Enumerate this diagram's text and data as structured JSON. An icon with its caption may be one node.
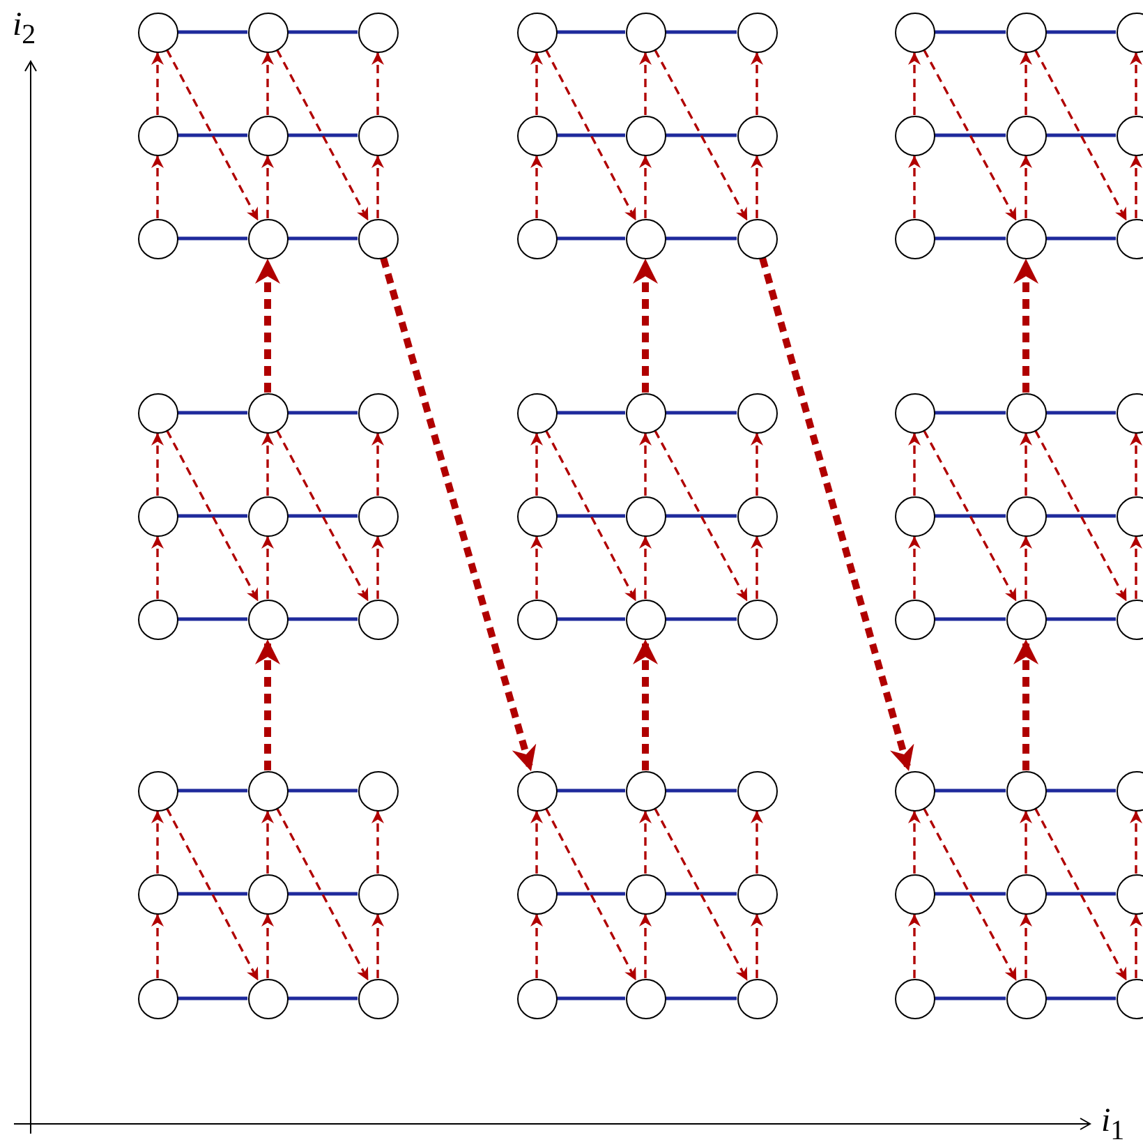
{
  "diagram": {
    "nodes": [
      {
        "text": [],
        "shape": "circle"
      },
      {
        "text": [],
        "shape": "circle"
      },
      {
        "text": [],
        "shape": "circle"
      },
      {
        "text": [],
        "shape": "circle"
      },
      {
        "text": [],
        "shape": "circle"
      },
      {
        "text": [],
        "shape": "circle"
      },
      {
        "text": [],
        "shape": "circle"
      },
      {
        "text": [],
        "shape": "circle"
      },
      {
        "text": [],
        "shape": "circle"
      },
      {
        "text": [],
        "shape": "circle"
      },
      {
        "text": [],
        "shape": "circle"
      },
      {
        "text": [],
        "shape": "circle"
      },
      {
        "text": [],
        "shape": "circle"
      },
      {
        "text": [],
        "shape": "circle"
      },
      {
        "text": [],
        "shape": "circle"
      },
      {
        "text": [],
        "shape": "circle"
      },
      {
        "text": [],
        "shape": "circle"
      },
      {
        "text": [],
        "shape": "circle"
      },
      {
        "text": [],
        "shape": "circle"
      },
      {
        "text": [],
        "shape": "circle"
      },
      {
        "text": [],
        "shape": "circle"
      },
      {
        "text": [],
        "shape": "circle"
      },
      {
        "text": [],
        "shape": "circle"
      },
      {
        "text": [],
        "shape": "circle"
      },
      {
        "text": [],
        "shape": "circle"
      },
      {
        "text": [],
        "shape": "circle"
      },
      {
        "text": [],
        "shape": "circle"
      },
      {
        "text": [],
        "shape": "circle"
      },
      {
        "text": [],
        "shape": "circle"
      },
      {
        "text": [],
        "shape": "circle"
      },
      {
        "text": [],
        "shape": "circle"
      },
      {
        "text": [],
        "shape": "circle"
      },
      {
        "text": [],
        "shape": "circle"
      },
      {
        "text": [],
        "shape": "circle"
      },
      {
        "text": [],
        "shape": "circle"
      },
      {
        "text": [],
        "shape": "circle"
      },
      {
        "text": [],
        "shape": "circle"
      },
      {
        "text": [],
        "shape": "circle"
      },
      {
        "text": [],
        "shape": "circle"
      },
      {
        "text": [],
        "shape": "circle"
      },
      {
        "text": [],
        "shape": "circle"
      },
      {
        "text": [],
        "shape": "circle"
      },
      {
        "text": [],
        "shape": "circle"
      },
      {
        "text": [],
        "shape": "circle"
      },
      {
        "text": [],
        "shape": "circle"
      },
      {
        "text": [],
        "shape": "circle"
      },
      {
        "text": [],
        "shape": "circle"
      },
      {
        "text": [],
        "shape": "circle"
      },
      {
        "text": [],
        "shape": "circle"
      },
      {
        "text": [],
        "shape": "circle"
      },
      {
        "text": [],
        "shape": "circle"
      },
      {
        "text": [],
        "shape": "circle"
      },
      {
        "text": [],
        "shape": "circle"
      },
      {
        "text": [],
        "shape": "circle"
      },
      {
        "text": [],
        "shape": "circle"
      },
      {
        "text": [],
        "shape": "circle"
      },
      {
        "text": [],
        "shape": "circle"
      },
      {
        "text": [],
        "shape": "circle"
      },
      {
        "text": [],
        "shape": "circle"
      },
      {
        "text": [],
        "shape": "circle"
      },
      {
        "text": [],
        "shape": "circle"
      },
      {
        "text": [],
        "shape": "circle"
      },
      {
        "text": [],
        "shape": "circle"
      },
      {
        "text": [],
        "shape": "circle"
      },
      {
        "text": [],
        "shape": "circle"
      },
      {
        "text": [],
        "shape": "circle"
      },
      {
        "text": [],
        "shape": "circle"
      },
      {
        "text": [],
        "shape": "circle"
      },
      {
        "text": [],
        "shape": "circle"
      },
      {
        "text": [],
        "shape": "circle"
      },
      {
        "text": [],
        "shape": "circle"
      },
      {
        "text": [],
        "shape": "circle"
      },
      {
        "text": [],
        "shape": "circle"
      },
      {
        "text": [],
        "shape": "circle"
      },
      {
        "text": [],
        "shape": "circle"
      },
      {
        "text": [],
        "shape": "circle"
      },
      {
        "text": [],
        "shape": "circle"
      },
      {
        "text": [],
        "shape": "circle"
      },
      {
        "text": [],
        "shape": "circle"
      },
      {
        "text": [],
        "shape": "circle"
      },
      {
        "text": [],
        "shape": "circle"
      }
    ],
    "edges": [
      {
        "from": 0,
        "to": 1,
        "arrow": "none",
        "color": "#1f2a9c"
      },
      {
        "from": 1,
        "to": 2,
        "arrow": "none",
        "color": "#1f2a9c"
      },
      {
        "from": 9,
        "to": 10,
        "arrow": "none",
        "color": "#1f2a9c"
      },
      {
        "from": 10,
        "to": 11,
        "arrow": "none",
        "color": "#1f2a9c"
      },
      {
        "from": 18,
        "to": 19,
        "arrow": "none",
        "color": "#1f2a9c"
      },
      {
        "from": 19,
        "to": 20,
        "arrow": "none",
        "color": "#1f2a9c"
      },
      {
        "from": 18,
        "to": 9,
        "arrow": "to",
        "style": "dashed"
      },
      {
        "from": 9,
        "to": 0,
        "arrow": "to",
        "style": "dashed"
      },
      {
        "from": 19,
        "to": 10,
        "arrow": "to",
        "style": "dashed"
      },
      {
        "from": 10,
        "to": 1,
        "arrow": "to",
        "style": "dashed"
      },
      {
        "from": 20,
        "to": 11,
        "arrow": "to",
        "style": "dashed"
      },
      {
        "from": 11,
        "to": 2,
        "arrow": "to",
        "style": "dashed"
      },
      {
        "from": 0,
        "to": 19,
        "arrow": "to",
        "style": "dashed"
      },
      {
        "from": 1,
        "to": 20,
        "arrow": "to",
        "style": "dashed"
      },
      {
        "from": 3,
        "to": 4,
        "arrow": "none",
        "color": "#1f2a9c"
      },
      {
        "from": 4,
        "to": 5,
        "arrow": "none",
        "color": "#1f2a9c"
      },
      {
        "from": 12,
        "to": 13,
        "arrow": "none",
        "color": "#1f2a9c"
      },
      {
        "from": 13,
        "to": 14,
        "arrow": "none",
        "color": "#1f2a9c"
      },
      {
        "from": 21,
        "to": 22,
        "arrow": "none",
        "color": "#1f2a9c"
      },
      {
        "from": 22,
        "to": 23,
        "arrow": "none",
        "color": "#1f2a9c"
      },
      {
        "from": 21,
        "to": 12,
        "arrow": "to",
        "style": "dashed"
      },
      {
        "from": 12,
        "to": 3,
        "arrow": "to",
        "style": "dashed"
      },
      {
        "from": 22,
        "to": 13,
        "arrow": "to",
        "style": "dashed"
      },
      {
        "from": 13,
        "to": 4,
        "arrow": "to",
        "style": "dashed"
      },
      {
        "from": 23,
        "to": 14,
        "arrow": "to",
        "style": "dashed"
      },
      {
        "from": 14,
        "to": 5,
        "arrow": "to",
        "style": "dashed"
      },
      {
        "from": 3,
        "to": 22,
        "arrow": "to",
        "style": "dashed"
      },
      {
        "from": 4,
        "to": 23,
        "arrow": "to",
        "style": "dashed"
      },
      {
        "from": 6,
        "to": 7,
        "arrow": "none",
        "color": "#1f2a9c"
      },
      {
        "from": 7,
        "to": 8,
        "arrow": "none",
        "color": "#1f2a9c"
      },
      {
        "from": 15,
        "to": 16,
        "arrow": "none",
        "color": "#1f2a9c"
      },
      {
        "from": 16,
        "to": 17,
        "arrow": "none",
        "color": "#1f2a9c"
      },
      {
        "from": 24,
        "to": 25,
        "arrow": "none",
        "color": "#1f2a9c"
      },
      {
        "from": 25,
        "to": 26,
        "arrow": "none",
        "color": "#1f2a9c"
      },
      {
        "from": 24,
        "to": 15,
        "arrow": "to",
        "style": "dashed"
      },
      {
        "from": 15,
        "to": 6,
        "arrow": "to",
        "style": "dashed"
      },
      {
        "from": 25,
        "to": 16,
        "arrow": "to",
        "style": "dashed"
      },
      {
        "from": 16,
        "to": 7,
        "arrow": "to",
        "style": "dashed"
      },
      {
        "from": 26,
        "to": 17,
        "arrow": "to",
        "style": "dashed"
      },
      {
        "from": 17,
        "to": 8,
        "arrow": "to",
        "style": "dashed"
      },
      {
        "from": 6,
        "to": 25,
        "arrow": "to",
        "style": "dashed"
      },
      {
        "from": 7,
        "to": 26,
        "arrow": "to",
        "style": "dashed"
      },
      {
        "from": 27,
        "to": 28,
        "arrow": "none",
        "color": "#1f2a9c"
      },
      {
        "from": 28,
        "to": 29,
        "arrow": "none",
        "color": "#1f2a9c"
      },
      {
        "from": 36,
        "to": 37,
        "arrow": "none",
        "color": "#1f2a9c"
      },
      {
        "from": 37,
        "to": 38,
        "arrow": "none",
        "color": "#1f2a9c"
      },
      {
        "from": 45,
        "to": 46,
        "arrow": "none",
        "color": "#1f2a9c"
      },
      {
        "from": 46,
        "to": 47,
        "arrow": "none",
        "color": "#1f2a9c"
      },
      {
        "from": 45,
        "to": 36,
        "arrow": "to",
        "style": "dashed"
      },
      {
        "from": 36,
        "to": 27,
        "arrow": "to",
        "style": "dashed"
      },
      {
        "from": 46,
        "to": 37,
        "arrow": "to",
        "style": "dashed"
      },
      {
        "from": 37,
        "to": 28,
        "arrow": "to",
        "style": "dashed"
      },
      {
        "from": 47,
        "to": 38,
        "arrow": "to",
        "style": "dashed"
      },
      {
        "from": 38,
        "to": 29,
        "arrow": "to",
        "style": "dashed"
      },
      {
        "from": 27,
        "to": 46,
        "arrow": "to",
        "style": "dashed"
      },
      {
        "from": 28,
        "to": 47,
        "arrow": "to",
        "style": "dashed"
      },
      {
        "from": 30,
        "to": 31,
        "arrow": "none",
        "color": "#1f2a9c"
      },
      {
        "from": 31,
        "to": 32,
        "arrow": "none",
        "color": "#1f2a9c"
      },
      {
        "from": 39,
        "to": 40,
        "arrow": "none",
        "color": "#1f2a9c"
      },
      {
        "from": 40,
        "to": 41,
        "arrow": "none",
        "color": "#1f2a9c"
      },
      {
        "from": 48,
        "to": 49,
        "arrow": "none",
        "color": "#1f2a9c"
      },
      {
        "from": 49,
        "to": 50,
        "arrow": "none",
        "color": "#1f2a9c"
      },
      {
        "from": 48,
        "to": 39,
        "arrow": "to",
        "style": "dashed"
      },
      {
        "from": 39,
        "to": 30,
        "arrow": "to",
        "style": "dashed"
      },
      {
        "from": 49,
        "to": 40,
        "arrow": "to",
        "style": "dashed"
      },
      {
        "from": 40,
        "to": 31,
        "arrow": "to",
        "style": "dashed"
      },
      {
        "from": 50,
        "to": 41,
        "arrow": "to",
        "style": "dashed"
      },
      {
        "from": 41,
        "to": 32,
        "arrow": "to",
        "style": "dashed"
      },
      {
        "from": 30,
        "to": 49,
        "arrow": "to",
        "style": "dashed"
      },
      {
        "from": 31,
        "to": 50,
        "arrow": "to",
        "style": "dashed"
      },
      {
        "from": 33,
        "to": 34,
        "arrow": "none",
        "color": "#1f2a9c"
      },
      {
        "from": 34,
        "to": 35,
        "arrow": "none",
        "color": "#1f2a9c"
      },
      {
        "from": 42,
        "to": 43,
        "arrow": "none",
        "color": "#1f2a9c"
      },
      {
        "from": 43,
        "to": 44,
        "arrow": "none",
        "color": "#1f2a9c"
      },
      {
        "from": 51,
        "to": 52,
        "arrow": "none",
        "color": "#1f2a9c"
      },
      {
        "from": 52,
        "to": 53,
        "arrow": "none",
        "color": "#1f2a9c"
      },
      {
        "from": 51,
        "to": 42,
        "arrow": "to",
        "style": "dashed"
      },
      {
        "from": 42,
        "to": 33,
        "arrow": "to",
        "style": "dashed"
      },
      {
        "from": 52,
        "to": 43,
        "arrow": "to",
        "style": "dashed"
      },
      {
        "from": 43,
        "to": 34,
        "arrow": "to",
        "style": "dashed"
      },
      {
        "from": 53,
        "to": 44,
        "arrow": "to",
        "style": "dashed"
      },
      {
        "from": 44,
        "to": 35,
        "arrow": "to",
        "style": "dashed"
      },
      {
        "from": 33,
        "to": 52,
        "arrow": "to",
        "style": "dashed"
      },
      {
        "from": 34,
        "to": 53,
        "arrow": "to",
        "style": "dashed"
      },
      {
        "from": 54,
        "to": 55,
        "arrow": "none",
        "color": "#1f2a9c"
      },
      {
        "from": 55,
        "to": 56,
        "arrow": "none",
        "color": "#1f2a9c"
      },
      {
        "from": 63,
        "to": 64,
        "arrow": "none",
        "color": "#1f2a9c"
      },
      {
        "from": 64,
        "to": 65,
        "arrow": "none",
        "color": "#1f2a9c"
      },
      {
        "from": 72,
        "to": 73,
        "arrow": "none",
        "color": "#1f2a9c"
      },
      {
        "from": 73,
        "to": 74,
        "arrow": "none",
        "color": "#1f2a9c"
      },
      {
        "from": 72,
        "to": 63,
        "arrow": "to",
        "style": "dashed"
      },
      {
        "from": 63,
        "to": 54,
        "arrow": "to",
        "style": "dashed"
      },
      {
        "from": 73,
        "to": 64,
        "arrow": "to",
        "style": "dashed"
      },
      {
        "from": 64,
        "to": 55,
        "arrow": "to",
        "style": "dashed"
      },
      {
        "from": 74,
        "to": 65,
        "arrow": "to",
        "style": "dashed"
      },
      {
        "from": 65,
        "to": 56,
        "arrow": "to",
        "style": "dashed"
      },
      {
        "from": 54,
        "to": 73,
        "arrow": "to",
        "style": "dashed"
      },
      {
        "from": 55,
        "to": 74,
        "arrow": "to",
        "style": "dashed"
      },
      {
        "from": 57,
        "to": 58,
        "arrow": "none",
        "color": "#1f2a9c"
      },
      {
        "from": 58,
        "to": 59,
        "arrow": "none",
        "color": "#1f2a9c"
      },
      {
        "from": 66,
        "to": 67,
        "arrow": "none",
        "color": "#1f2a9c"
      },
      {
        "from": 67,
        "to": 68,
        "arrow": "none",
        "color": "#1f2a9c"
      },
      {
        "from": 75,
        "to": 76,
        "arrow": "none",
        "color": "#1f2a9c"
      },
      {
        "from": 76,
        "to": 77,
        "arrow": "none",
        "color": "#1f2a9c"
      },
      {
        "from": 75,
        "to": 66,
        "arrow": "to",
        "style": "dashed"
      },
      {
        "from": 66,
        "to": 57,
        "arrow": "to",
        "style": "dashed"
      },
      {
        "from": 76,
        "to": 67,
        "arrow": "to",
        "style": "dashed"
      },
      {
        "from": 67,
        "to": 58,
        "arrow": "to",
        "style": "dashed"
      },
      {
        "from": 77,
        "to": 68,
        "arrow": "to",
        "style": "dashed"
      },
      {
        "from": 68,
        "to": 59,
        "arrow": "to",
        "style": "dashed"
      },
      {
        "from": 57,
        "to": 76,
        "arrow": "to",
        "style": "dashed"
      },
      {
        "from": 58,
        "to": 77,
        "arrow": "to",
        "style": "dashed"
      },
      {
        "from": 60,
        "to": 61,
        "arrow": "none",
        "color": "#1f2a9c"
      },
      {
        "from": 61,
        "to": 62,
        "arrow": "none",
        "color": "#1f2a9c"
      },
      {
        "from": 69,
        "to": 70,
        "arrow": "none",
        "color": "#1f2a9c"
      },
      {
        "from": 70,
        "to": 71,
        "arrow": "none",
        "color": "#1f2a9c"
      },
      {
        "from": 78,
        "to": 79,
        "arrow": "none",
        "color": "#1f2a9c"
      },
      {
        "from": 79,
        "to": 80,
        "arrow": "none",
        "color": "#1f2a9c"
      },
      {
        "from": 78,
        "to": 69,
        "arrow": "to",
        "style": "dashed"
      },
      {
        "from": 69,
        "to": 60,
        "arrow": "to",
        "style": "dashed"
      },
      {
        "from": 79,
        "to": 70,
        "arrow": "to",
        "style": "dashed"
      },
      {
        "from": 70,
        "to": 61,
        "arrow": "to",
        "style": "dashed"
      },
      {
        "from": 80,
        "to": 71,
        "arrow": "to",
        "style": "dashed"
      },
      {
        "from": 71,
        "to": 62,
        "arrow": "to",
        "style": "dashed"
      },
      {
        "from": 60,
        "to": 79,
        "arrow": "to",
        "style": "dashed"
      },
      {
        "from": 61,
        "to": 80,
        "arrow": "to",
        "style": "dashed"
      },
      {
        "from": 55,
        "to": 46,
        "arrow": "to",
        "style": "dashed"
      },
      {
        "from": 58,
        "to": 49,
        "arrow": "to",
        "style": "dashed"
      },
      {
        "from": 61,
        "to": 52,
        "arrow": "to",
        "style": "dashed"
      },
      {
        "from": 28,
        "to": 19,
        "arrow": "to",
        "style": "dashed"
      },
      {
        "from": 31,
        "to": 22,
        "arrow": "to",
        "style": "dashed"
      },
      {
        "from": 34,
        "to": 25,
        "arrow": "to",
        "style": "dashed"
      },
      {
        "from": 20,
        "to": 57,
        "arrow": "to",
        "style": "dashed"
      },
      {
        "from": 23,
        "to": 60,
        "arrow": "to",
        "style": "dashed"
      }
    ],
    "labels": [
      "*i*$_{2}$",
      "*i*$_{1}$"
    ]
  }
}
